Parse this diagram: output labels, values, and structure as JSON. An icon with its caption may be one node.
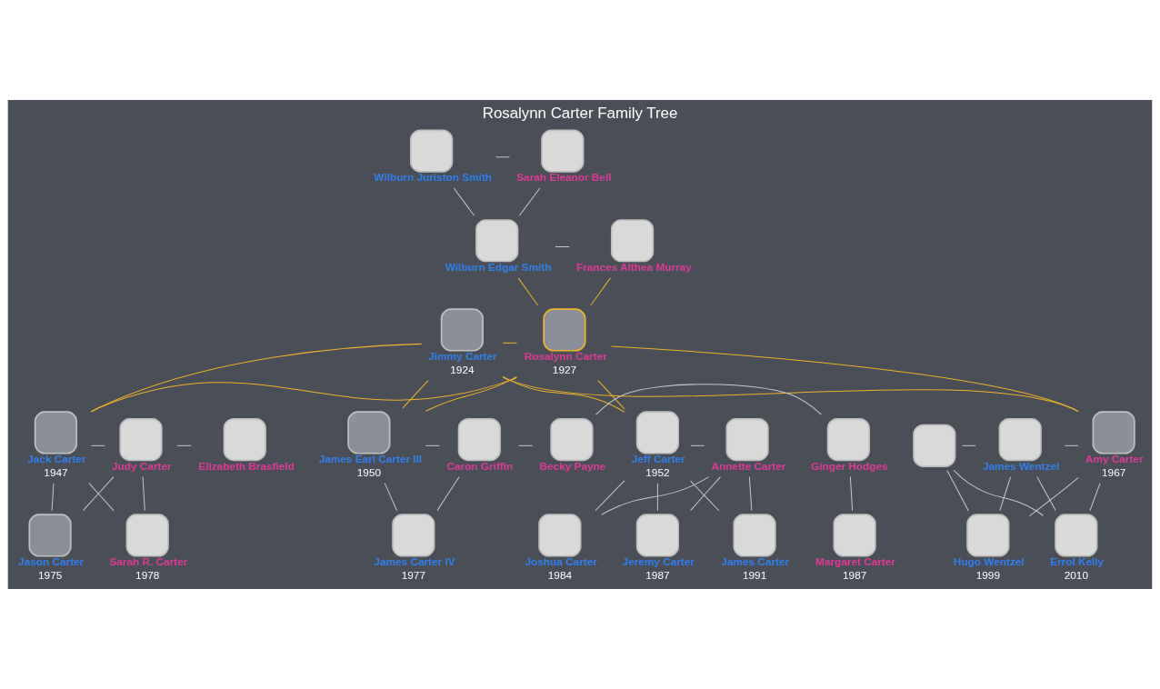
{
  "diagram": {
    "title": "Rosalynn Carter Family Tree",
    "nodes": [
      {
        "text": [
          "Wilburn Juriston Smith"
        ]
      },
      {
        "text": [
          "Sarah Eleanor Bell"
        ]
      },
      {
        "text": [
          "Wilburn Edgar Smith"
        ]
      },
      {
        "text": [
          "Frances Althea Murray"
        ]
      },
      {
        "text": [
          "Jimmy Carter",
          "1924"
        ]
      },
      {
        "text": [
          "Rosalynn Carter",
          "1927"
        ]
      },
      {
        "text": [
          "Jack Carter",
          "1947"
        ]
      },
      {
        "text": [
          "Judy Carter"
        ]
      },
      {
        "text": [
          "Elizabeth Brasfield"
        ]
      },
      {
        "text": [
          "James Earl Carter III",
          "1950"
        ]
      },
      {
        "text": [
          "Caron Griffin"
        ]
      },
      {
        "text": [
          "Becky Payne"
        ]
      },
      {
        "text": [
          "Ginger Hodges"
        ]
      },
      {
        "text": [
          "Jeff Carter",
          "1952"
        ]
      },
      {
        "text": [
          "Annette Carter"
        ]
      },
      {
        "text": [],
        "shape": "box"
      },
      {
        "text": [
          "James Wentzel"
        ]
      },
      {
        "text": [
          "Amy Carter",
          "1967"
        ]
      },
      {
        "text": [
          "Jason Carter",
          "1975"
        ]
      },
      {
        "text": [
          "Sarah R. Carter",
          "1978"
        ]
      },
      {
        "text": [
          "James Carter IV",
          "1977"
        ]
      },
      {
        "text": [
          "Margaret Carter",
          "1987"
        ]
      },
      {
        "text": [
          "Joshua Carter",
          "1984"
        ]
      },
      {
        "text": [
          "Jeremy Carter",
          "1987"
        ]
      },
      {
        "text": [
          "James Carter",
          "1991"
        ]
      },
      {
        "text": [
          "Hugo Wentzel",
          "1999"
        ]
      },
      {
        "text": [
          "Errol Kelly",
          "2010"
        ]
      }
    ],
    "edges": [
      {
        "from": 0,
        "to": 1,
        "arrow": "none"
      },
      {
        "from": 0,
        "to": 2,
        "arrow": "none"
      },
      {
        "from": 1,
        "to": 2,
        "arrow": "none"
      },
      {
        "from": 2,
        "to": 3,
        "arrow": "none"
      },
      {
        "from": 2,
        "to": 5,
        "arrow": "none",
        "color": "#f0b429"
      },
      {
        "from": 3,
        "to": 5,
        "arrow": "none",
        "color": "#f0b429"
      },
      {
        "from": 4,
        "to": 5,
        "arrow": "none",
        "color": "#f0b429"
      },
      {
        "from": 4,
        "to": 6,
        "arrow": "none",
        "color": "#f0b429"
      },
      {
        "from": 5,
        "to": 6,
        "arrow": "none",
        "color": "#f0b429"
      },
      {
        "from": 4,
        "to": 9,
        "arrow": "none",
        "color": "#f0b429"
      },
      {
        "from": 5,
        "to": 9,
        "arrow": "none",
        "color": "#f0b429"
      },
      {
        "from": 4,
        "to": 13,
        "arrow": "none",
        "color": "#f0b429"
      },
      {
        "from": 5,
        "to": 13,
        "arrow": "none",
        "color": "#f0b429"
      },
      {
        "from": 4,
        "to": 17,
        "arrow": "none",
        "color": "#f0b429"
      },
      {
        "from": 5,
        "to": 17,
        "arrow": "none",
        "color": "#f0b429"
      },
      {
        "from": 6,
        "to": 7,
        "arrow": "none"
      },
      {
        "from": 7,
        "to": 8,
        "arrow": "none"
      },
      {
        "from": 6,
        "to": 18,
        "arrow": "none"
      },
      {
        "from": 7,
        "to": 18,
        "arrow": "none"
      },
      {
        "from": 6,
        "to": 19,
        "arrow": "none"
      },
      {
        "from": 7,
        "to": 19,
        "arrow": "none"
      },
      {
        "from": 9,
        "to": 10,
        "arrow": "none"
      },
      {
        "from": 10,
        "to": 11,
        "arrow": "none"
      },
      {
        "from": 11,
        "to": 12,
        "arrow": "none"
      },
      {
        "from": 9,
        "to": 20,
        "arrow": "none"
      },
      {
        "from": 10,
        "to": 20,
        "arrow": "none"
      },
      {
        "from": 12,
        "to": 21,
        "arrow": "none"
      },
      {
        "from": 13,
        "to": 14,
        "arrow": "none"
      },
      {
        "from": 13,
        "to": 22,
        "arrow": "none"
      },
      {
        "from": 14,
        "to": 22,
        "arrow": "none"
      },
      {
        "from": 13,
        "to": 23,
        "arrow": "none"
      },
      {
        "from": 14,
        "to": 23,
        "arrow": "none"
      },
      {
        "from": 13,
        "to": 24,
        "arrow": "none"
      },
      {
        "from": 14,
        "to": 24,
        "arrow": "none"
      },
      {
        "from": 15,
        "to": 16,
        "arrow": "none"
      },
      {
        "from": 16,
        "to": 17,
        "arrow": "none"
      },
      {
        "from": 15,
        "to": 25,
        "arrow": "none"
      },
      {
        "from": 16,
        "to": 25,
        "arrow": "none"
      },
      {
        "from": 17,
        "to": 25,
        "arrow": "none"
      },
      {
        "from": 15,
        "to": 26,
        "arrow": "none"
      },
      {
        "from": 16,
        "to": 26,
        "arrow": "none"
      },
      {
        "from": 17,
        "to": 26,
        "arrow": "none"
      }
    ]
  }
}
